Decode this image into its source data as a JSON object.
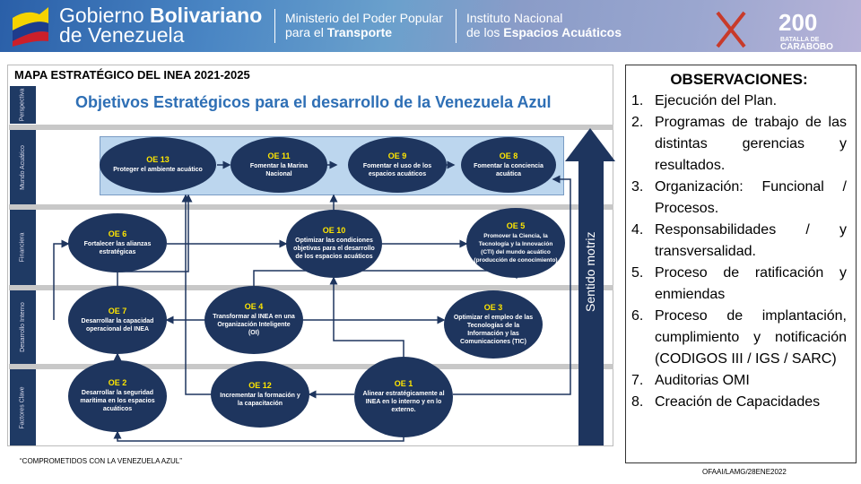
{
  "header": {
    "gov_line1": "Gobierno ",
    "gov_bold": "Bolivariano",
    "gov_line2": "de Venezuela",
    "ministry_line1": "Ministerio del Poder Popular",
    "ministry_line2_pre": "para el ",
    "ministry_line2_bold": "Transporte",
    "institute_line1": "Instituto Nacional",
    "institute_line2_pre": "de los ",
    "institute_line2_bold": "Espacios Acuáticos",
    "bicentennial_logo": "200 BATALLA DE CARABOBO"
  },
  "diagram": {
    "title": "MAPA ESTRATÉGICO DEL INEA 2021-2025",
    "subtitle": "Objetivos Estratégicos para el desarrollo de la Venezuela Azul",
    "rows": [
      "Perspectiva",
      "Mundo Acuático",
      "Financiera",
      "Desarrollo Interno",
      "Factores Clave"
    ],
    "direction": "Sentido motriz",
    "objectives": [
      {
        "code": "OE 13",
        "text": "Proteger el ambiente acuático"
      },
      {
        "code": "OE 11",
        "text": "Fomentar la Marina Nacional"
      },
      {
        "code": "OE 9",
        "text": "Fomentar el uso de los espacios acuáticos"
      },
      {
        "code": "OE 8",
        "text": "Fomentar la conciencia acuática"
      },
      {
        "code": "OE 6",
        "text": "Fortalecer las alianzas estratégicas"
      },
      {
        "code": "OE 10",
        "text": "Optimizar las condiciones objetivas para el desarrollo de los espacios acuáticos"
      },
      {
        "code": "OE 5",
        "text": "Promover la Ciencia, la Tecnología y la Innovación (CTI) del mundo acuático (producción de conocimiento)"
      },
      {
        "code": "OE 7",
        "text": "Desarrollar la capacidad operacional del INEA"
      },
      {
        "code": "OE 4",
        "text": "Transformar al INEA en una Organización Inteligente (OI)"
      },
      {
        "code": "OE 3",
        "text": "Optimizar el empleo de las Tecnologías de la Información y las Comunicaciones (TIC)"
      },
      {
        "code": "OE 2",
        "text": "Desarrollar la seguridad marítima en los espacios acuáticos"
      },
      {
        "code": "OE 12",
        "text": "Incrementar la formación y la capacitación"
      },
      {
        "code": "OE 1",
        "text": "Alinear estratégicamente al INEA en lo interno y en lo externo."
      }
    ]
  },
  "observations": {
    "title": "OBSERVACIONES:",
    "items": [
      {
        "n": "1.",
        "text": "Ejecución del Plan."
      },
      {
        "n": "2.",
        "text": "Programas de trabajo de las distintas gerencias y resultados."
      },
      {
        "n": "3.",
        "text": "Organización: Funcional / Procesos."
      },
      {
        "n": "4.",
        "text": "Responsabilidades / y transversalidad."
      },
      {
        "n": "5.",
        "text": "Proceso de ratificación y enmiendas"
      },
      {
        "n": "6.",
        "text": "Proceso de implantación, cumplimiento y notificación (CODIGOS III / IGS / SARC)"
      },
      {
        "n": "7.",
        "text": "Auditorias OMI"
      },
      {
        "n": "8.",
        "text": "Creación de Capacidades"
      }
    ]
  },
  "footer": {
    "slogan": "“COMPROMETIDOS CON LA VENEZUELA AZUL”",
    "reference": "OFAAI/LAMG/28ENE2022"
  }
}
